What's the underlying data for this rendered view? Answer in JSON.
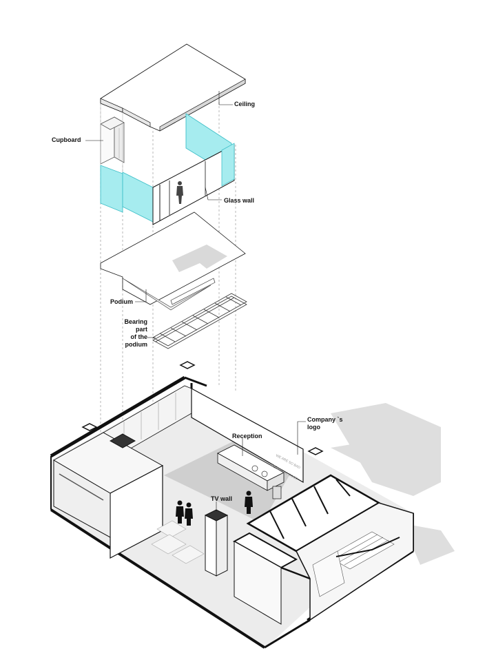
{
  "labels": {
    "ceiling": "Ceiling",
    "cupboard": "Cupboard",
    "glass_wall": "Glass wall",
    "podium": "Podium",
    "bearing_part": "Bearing part\nof the\npodium",
    "company_logo": "Company `s\nlogo",
    "reception": "Reception",
    "tv_wall": "TV wall"
  },
  "wall_text": {
    "line1": "WE ARE SO BAD",
    "line2": "WE ARE SO GOOD"
  },
  "colors": {
    "glass": "#a6ecef",
    "glass_edge": "#3dbfc8",
    "wall_fill": "#ffffff",
    "floor": "#e6e6e6",
    "shadow": "#d9d9d9",
    "line": "#111111",
    "guide": "#888888"
  }
}
